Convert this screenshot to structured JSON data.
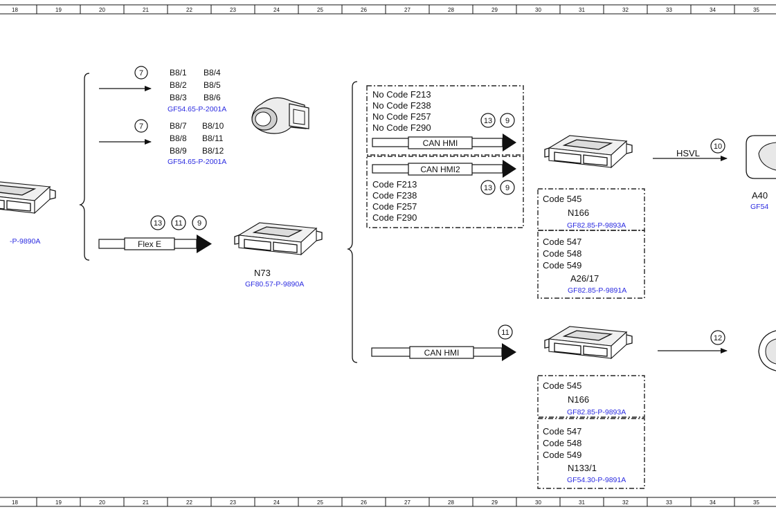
{
  "ruler": {
    "labels": [
      "18",
      "19",
      "20",
      "21",
      "22",
      "23",
      "24",
      "25",
      "26",
      "27",
      "28",
      "29",
      "30",
      "31",
      "32",
      "33",
      "34",
      "35"
    ]
  },
  "sensors": {
    "group1_circle": "7",
    "group1": [
      "B8/1",
      "B8/4",
      "B8/2",
      "B8/5",
      "B8/3",
      "B8/6"
    ],
    "group1_ref": "GF54.65-P-2001A",
    "group2_circle": "7",
    "group2": [
      "B8/7",
      "B8/10",
      "B8/8",
      "B8/11",
      "B8/9",
      "B8/12"
    ],
    "group2_ref": "GF54.65-P-2001A"
  },
  "left_module": {
    "ref": "-P-9890A"
  },
  "flex": {
    "label": "Flex E",
    "circles": [
      "13",
      "11",
      "9"
    ]
  },
  "n73": {
    "name": "N73",
    "ref": "GF80.57-P-9890A"
  },
  "upper_box": {
    "lines": [
      "No Code F213",
      "No Code F238",
      "No Code F257",
      "No Code F290"
    ],
    "circles": [
      "13",
      "9"
    ],
    "bus_label": "CAN HMI"
  },
  "lower_box": {
    "bus_label": "CAN HMI2",
    "circles": [
      "13",
      "9"
    ],
    "lines": [
      "Code F213",
      "Code F238",
      "Code F257",
      "Code F290"
    ]
  },
  "right_upper": {
    "hsvl_label": "HSVL",
    "hsvl_circle": "10",
    "far_name": "A40",
    "far_ref": "GF54",
    "box1_code": "Code 545",
    "box1_name": "N166",
    "box1_ref": "GF82.85-P-9893A",
    "box2_codes": [
      "Code 547",
      "Code 548",
      "Code 549"
    ],
    "box2_name": "A26/17",
    "box2_ref": "GF82.85-P-9891A"
  },
  "bottom": {
    "bus_label": "CAN HMI",
    "bus_circle": "11",
    "out_circle": "12",
    "box1_code": "Code 545",
    "box1_name": "N166",
    "box1_ref": "GF82.85-P-9893A",
    "box2_codes": [
      "Code 547",
      "Code 548",
      "Code 549"
    ],
    "box2_name": "N133/1",
    "box2_ref": "GF54.30-P-9891A"
  }
}
